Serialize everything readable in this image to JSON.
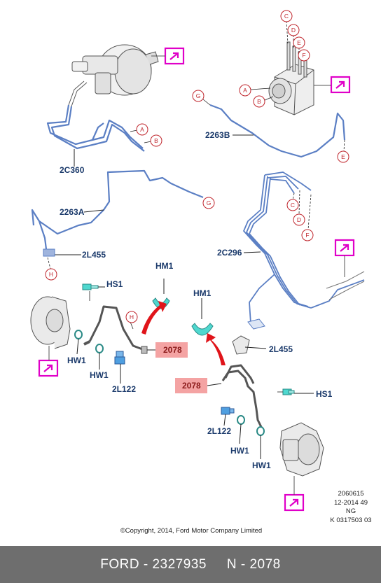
{
  "part_labels": {
    "c2360": "2C360",
    "c2263b": "2263B",
    "c2263a": "2263A",
    "c2l455_top": "2L455",
    "c2c296": "2C296",
    "hm1_left": "HM1",
    "hm1_right": "HM1",
    "hs1_left": "HS1",
    "hs1_right": "HS1",
    "hw1_a": "HW1",
    "hw1_b": "HW1",
    "hw1_c": "HW1",
    "hw1_d": "HW1",
    "c2l122_left": "2L122",
    "c2l122_right": "2L122",
    "c2l455_mid": "2L455",
    "c2078_left": "2078",
    "c2078_right": "2078"
  },
  "callouts": {
    "booster_a": "A",
    "booster_b": "B",
    "abs_c": "C",
    "abs_d": "D",
    "abs_e": "E",
    "abs_f": "F",
    "abs_a": "A",
    "abs_b": "B",
    "g_top": "G",
    "e_right": "E",
    "g_mid": "G",
    "h_left": "H",
    "h_hose": "H",
    "c_right": "C",
    "d_right": "D",
    "f_right": "F"
  },
  "meta": {
    "line1": "2060615",
    "line2": "12-2014 49",
    "line3": "NG",
    "line4": "K 0317503 03"
  },
  "copyright": "©Copyright, 2014, Ford Motor Company Limited",
  "footer": {
    "part_number": "FORD - 2327935",
    "ref": "N - 2078"
  },
  "colors": {
    "line": "#5b7fc4",
    "label": "#1b3a6b",
    "callout": "#c0262d",
    "link_box": "#e000c8",
    "highlight": "#f4a3a3",
    "arrow": "#e0141a",
    "clip": "#4fd8cf",
    "footer_bg": "#6e6e6e"
  },
  "icons": [
    "link-arrow-icon"
  ]
}
